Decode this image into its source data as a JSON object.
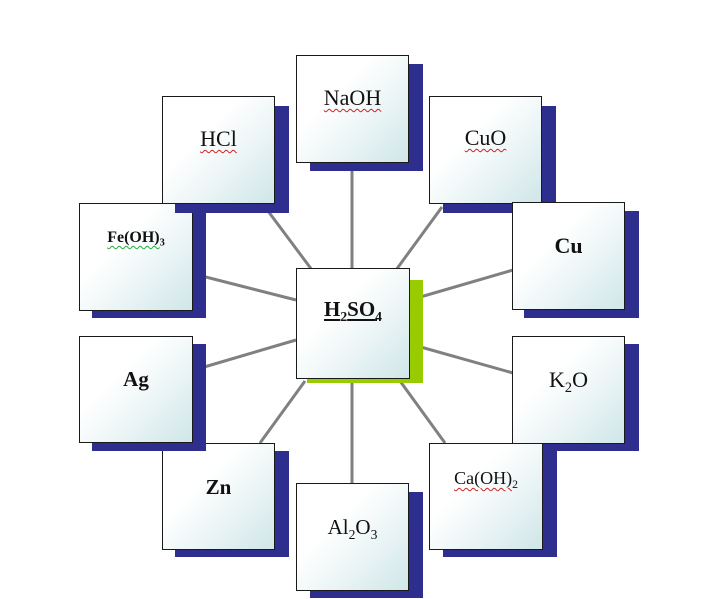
{
  "colors": {
    "shadow": "#2e2e8e",
    "center_shadow": "#99cc00",
    "line": "#808080",
    "box_border": "#1a1a1a"
  },
  "center": {
    "base": "H",
    "sub1": "2",
    "mid": "SO",
    "sub2": "4"
  },
  "nodes": [
    {
      "base": "NaOH",
      "sub": "",
      "tail": ""
    },
    {
      "base": "CuO",
      "sub": "",
      "tail": ""
    },
    {
      "base": "Cu",
      "sub": "",
      "tail": ""
    },
    {
      "base": "K",
      "sub": "2",
      "tail": "O"
    },
    {
      "base": "Ca(OH)",
      "sub": "2",
      "tail": ""
    },
    {
      "base": "Al",
      "sub": "2",
      "tail": "O",
      "sub2": "3"
    },
    {
      "base": "Zn",
      "sub": "",
      "tail": ""
    },
    {
      "base": "Ag",
      "sub": "",
      "tail": ""
    },
    {
      "base": "Fe(OH)",
      "sub": "3",
      "tail": ""
    },
    {
      "base": "HCl",
      "sub": "",
      "tail": ""
    }
  ]
}
